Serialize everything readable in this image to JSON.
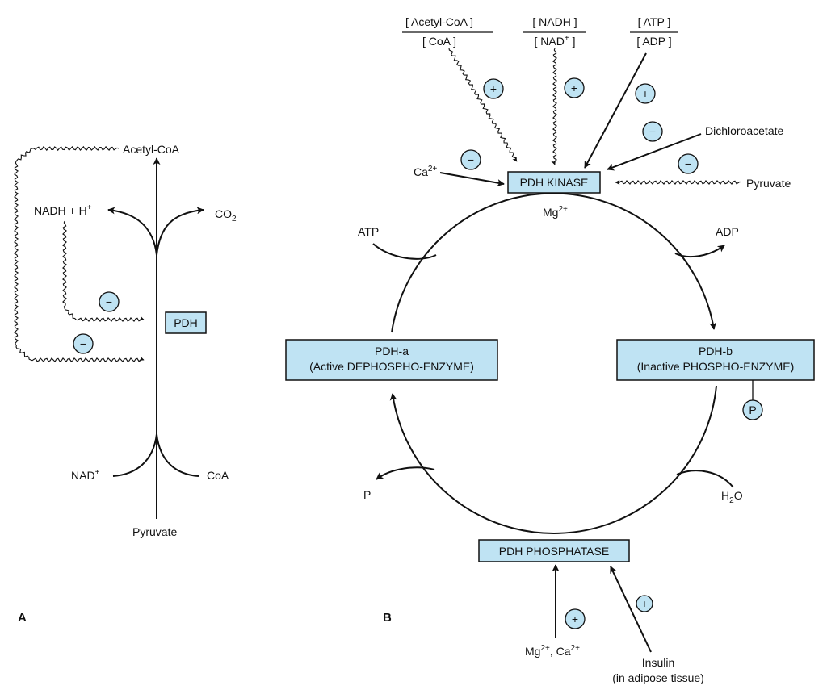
{
  "panel_a": {
    "label": "A",
    "acetyl_coa": "Acetyl-CoA",
    "nadh": "NADH + H",
    "nadh_sup": "+",
    "co2": "CO",
    "co2_sub": "2",
    "pdh": "PDH",
    "nad": "NAD",
    "nad_sup": "+",
    "coa": "CoA",
    "pyruvate": "Pyruvate",
    "inhibit_1": "−",
    "inhibit_2": "−"
  },
  "panel_b": {
    "label": "B",
    "ratio_acetyl_num": "[ Acetyl-CoA ]",
    "ratio_acetyl_den": "[ CoA ]",
    "ratio_nadh_num": "[ NADH ]",
    "ratio_nadh_den": "[ NAD",
    "ratio_nadh_den_sup": "+",
    "ratio_nadh_den_end": " ]",
    "ratio_atp_num": "[ ATP ]",
    "ratio_atp_den": "[ ADP ]",
    "dichloroacetate": "Dichloroacetate",
    "pyruvate": "Pyruvate",
    "ca": "Ca",
    "ca_sup": "2+",
    "kinase": "PDH KINASE",
    "mg": "Mg",
    "mg_sup": "2+",
    "atp": "ATP",
    "adp": "ADP",
    "pdh_a_line1": "PDH-a",
    "pdh_a_line2": "(Active DEPHOSPHO-ENZYME)",
    "pdh_b_line1": "PDH-b",
    "pdh_b_line2": "(Inactive PHOSPHO-ENZYME)",
    "phosphate": "P",
    "pi": "P",
    "pi_sub": "i",
    "h2o": "H",
    "h2o_sub": "2",
    "h2o_end": "O",
    "phosphatase": "PDH PHOSPHATASE",
    "mg_ca_1": "Mg",
    "mg_ca_sup1": "2+",
    "mg_ca_mid": ", Ca",
    "mg_ca_sup2": "2+",
    "insulin": "Insulin",
    "insulin_note": "(in adipose tissue)",
    "plus": "+",
    "minus": "−"
  },
  "colors": {
    "box_fill": "#bfe3f3",
    "ink": "#111111"
  }
}
